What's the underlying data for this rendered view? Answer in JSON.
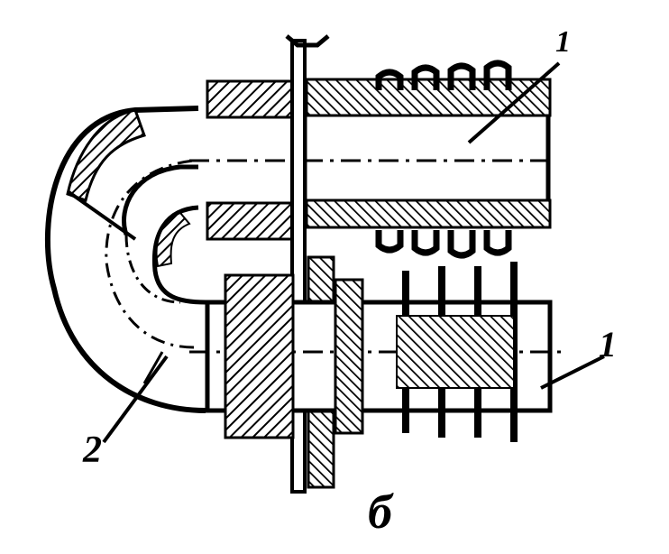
{
  "figure": {
    "labels": {
      "part_1_top": "1",
      "part_1_bottom": "1",
      "part_2": "2",
      "subfigure": "б"
    },
    "colors": {
      "ink": "#000000",
      "paper": "#ffffff"
    }
  }
}
